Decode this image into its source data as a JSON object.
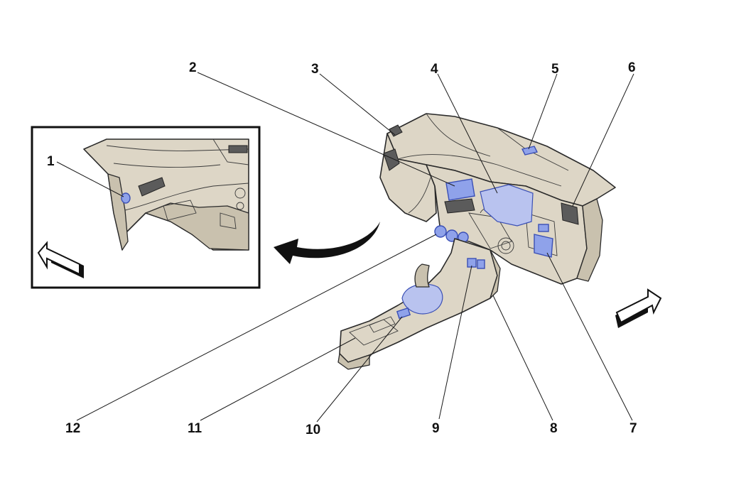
{
  "callouts": [
    {
      "id": "1",
      "label": "1"
    },
    {
      "id": "2",
      "label": "2"
    },
    {
      "id": "3",
      "label": "3"
    },
    {
      "id": "4",
      "label": "4"
    },
    {
      "id": "5",
      "label": "5"
    },
    {
      "id": "6",
      "label": "6"
    },
    {
      "id": "7",
      "label": "7"
    },
    {
      "id": "8",
      "label": "8"
    },
    {
      "id": "9",
      "label": "9"
    },
    {
      "id": "10",
      "label": "10"
    },
    {
      "id": "11",
      "label": "11"
    },
    {
      "id": "12",
      "label": "12"
    }
  ],
  "colors": {
    "component_highlight": "#8fa2ea",
    "dashboard_shell": "#ddd6c6",
    "line": "#111111"
  }
}
